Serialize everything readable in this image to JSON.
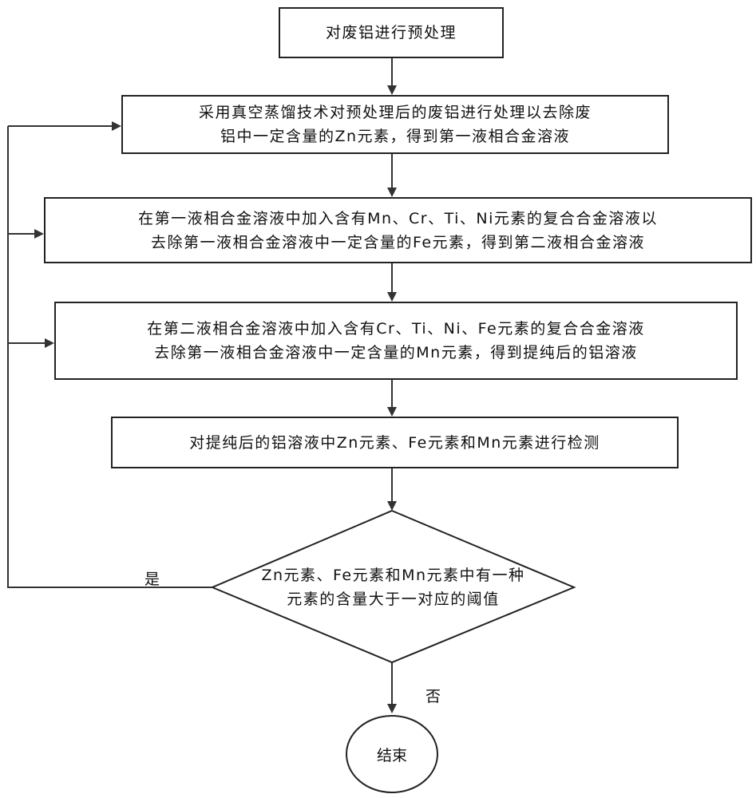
{
  "steps": {
    "pretreat": "对废铝进行预处理",
    "distill": [
      "采用真空蒸馏技术对预处理后的废铝进行处理以去除废",
      "铝中一定含量的Zn元素，得到第一液相合金溶液"
    ],
    "remove_fe": [
      "在第一液相合金溶液中加入含有Mn、Cr、Ti、Ni元素的复合合金溶液以",
      "去除第一液相合金溶液中一定含量的Fe元素，得到第二液相合金溶液"
    ],
    "remove_mn": [
      "在第二液相合金溶液中加入含有Cr、Ti、Ni、Fe元素的复合合金溶液",
      "去除第一液相合金溶液中一定含量的Mn元素，得到提纯后的铝溶液"
    ],
    "detect": "对提纯后的铝溶液中Zn元素、Fe元素和Mn元素进行检测"
  },
  "decision": [
    "Zn元素、Fe元素和Mn元素中有一种",
    "元素的含量大于一对应的阈值"
  ],
  "branches": {
    "yes": "是",
    "no": "否"
  },
  "end": "结束"
}
